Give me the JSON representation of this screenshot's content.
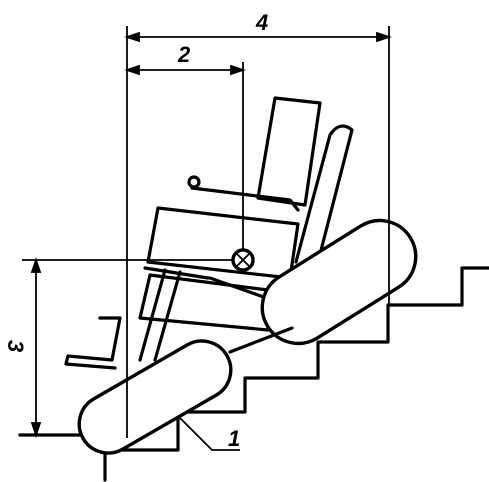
{
  "labels": {
    "dim_overall_length": "4",
    "dim_cg_position": "2",
    "dim_cg_height": "3",
    "stair_nosing": "1"
  }
}
